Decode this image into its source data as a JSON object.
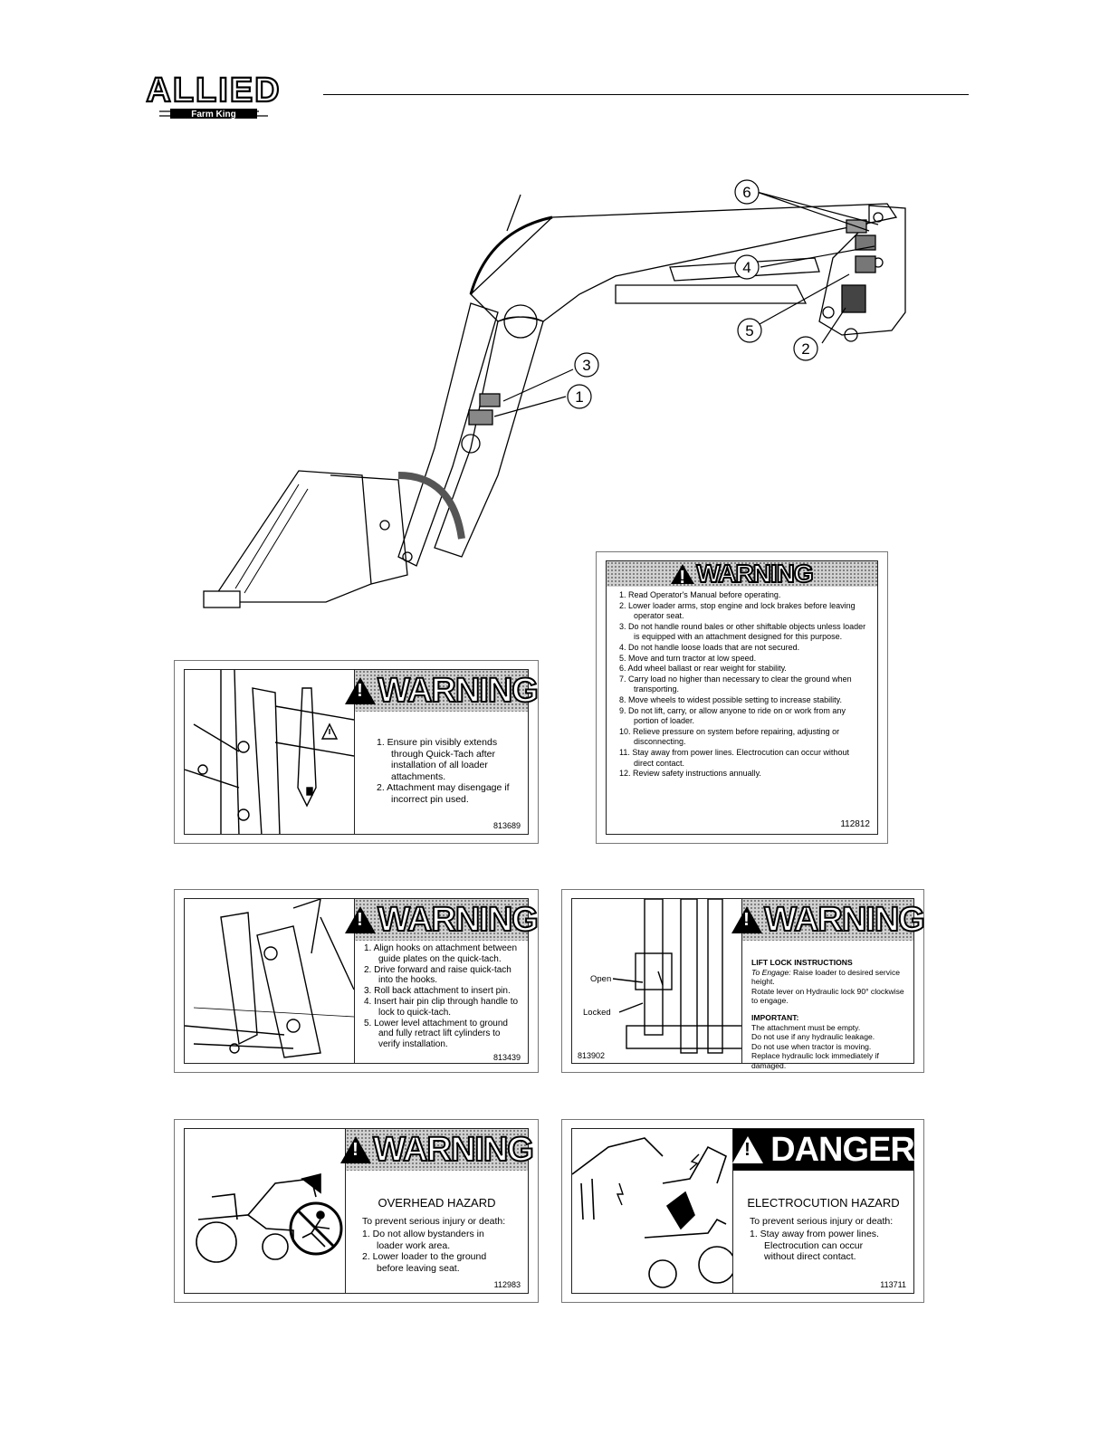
{
  "header": {
    "logo_brand": "ALLIED",
    "logo_sub": "Farm King"
  },
  "diagram": {
    "callouts": [
      "1",
      "2",
      "3",
      "4",
      "5",
      "6"
    ]
  },
  "decal_112812": {
    "title": "WARNING",
    "items": [
      "1. Read Operator's Manual before operating.",
      "2. Lower loader arms, stop engine and lock brakes before leaving operator seat.",
      "3. Do not handle round bales or other shiftable objects unless loader is equipped with an attachment designed for this purpose.",
      "4. Do not handle loose loads that are not secured.",
      "5. Move and turn tractor at low speed.",
      "6. Add wheel ballast or rear weight for stability.",
      "7. Carry load no higher than necessary to clear the ground when transporting.",
      "8. Move wheels to widest possible setting to increase stability.",
      "9. Do not lift, carry, or allow anyone to ride on or work from any portion of loader.",
      "10. Relieve pressure on system before repairing, adjusting or disconnecting.",
      "11. Stay away from power lines.  Electrocution can occur without direct contact."
    ],
    "last_item": "12. Review safety instructions annually.",
    "code": "112812"
  },
  "decal_813689": {
    "title": "WARNING",
    "items": [
      "1. Ensure pin visibly extends through Quick-Tach after installation of all loader attachments.",
      "2. Attachment may disengage if incorrect pin used."
    ],
    "code": "813689"
  },
  "decal_813439": {
    "title": "WARNING",
    "items": [
      "1. Align hooks on attachment between guide plates on the quick-tach.",
      "2. Drive forward and raise quick-tach into the hooks.",
      "3. Roll back attachment to insert pin.",
      "4. Insert hair pin clip through handle to lock to quick-tach.",
      "5. Lower level attachment to ground and fully retract lift cylinders to verify installation."
    ],
    "code": "813439"
  },
  "decal_813902": {
    "title": "WARNING",
    "heading": "LIFT LOCK INSTRUCTIONS",
    "engage_label": "To Engage:",
    "engage_text": " Raise loader to desired service height.",
    "rotate_text": "Rotate lever on Hydraulic lock 90° clockwise to engage.",
    "important_label": "IMPORTANT:",
    "important_lines": [
      "The attachment must be empty.",
      "Do not use if any hydraulic leakage.",
      "Do not use when tractor is moving.",
      "Replace hydraulic lock immediately if damaged."
    ],
    "label_open": "Open",
    "label_locked": "Locked",
    "code": "813902"
  },
  "decal_112983": {
    "title": "WARNING",
    "heading": "OVERHEAD HAZARD",
    "intro": "To prevent serious injury or death:",
    "items": [
      "1. Do not allow bystanders in loader work area.",
      "2. Lower loader to the ground before leaving seat."
    ],
    "code": "112983"
  },
  "decal_113711": {
    "title": "DANGER",
    "heading": "ELECTROCUTION HAZARD",
    "intro": "To prevent serious injury or death:",
    "items": [
      "1. Stay away from power lines. Electrocution can occur without direct contact."
    ],
    "code": "113711"
  }
}
